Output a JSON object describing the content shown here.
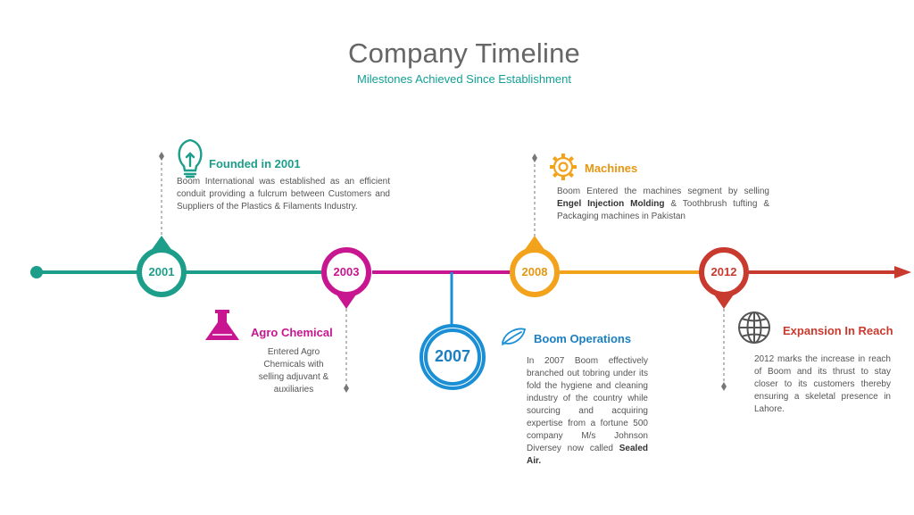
{
  "header": {
    "title": "Company Timeline",
    "subtitle": "Milestones Achieved Since Establishment"
  },
  "colors": {
    "teal": "#1c9e8a",
    "magenta": "#c7168f",
    "blue": "#1b8fd6",
    "orange": "#f2a21b",
    "red": "#c8392e",
    "grey_dash": "#777777"
  },
  "milestones": {
    "m2001": {
      "year": "2001",
      "heading": "Founded in 2001",
      "icon": "lightbulb-icon",
      "text": "Boom International was established as an efficient conduit  providing a fulcrum between Customers and Suppliers of the Plastics & Filaments Industry."
    },
    "m2003": {
      "year": "2003",
      "heading": "Agro Chemical",
      "icon": "flask-icon",
      "text": "Entered Agro Chemicals with selling adjuvant & auxiliaries"
    },
    "m2007": {
      "year": "2007",
      "heading": "Boom Operations",
      "icon": "leaf-icon",
      "text_before": "In 2007 Boom effectively branched out tobring under its fold the hygiene and cleaning industry of the country while sourcing and acquiring expertise from a fortune 500 company M/s Johnson Diversey now called ",
      "text_bold": "Sealed Air."
    },
    "m2008": {
      "year": "2008",
      "heading": "Machines",
      "icon": "gear-icon",
      "text_before": "Boom Entered the machines segment by selling ",
      "text_bold": "Engel Injection Molding",
      "text_after": " & Toothbrush tufting & Packaging machines in Pakistan"
    },
    "m2012": {
      "year": "2012",
      "heading": "Expansion In Reach",
      "icon": "globe-icon",
      "text": "2012 marks the increase in reach of Boom and its thrust to stay closer to its customers thereby ensuring a skeletal presence in Lahore."
    }
  }
}
